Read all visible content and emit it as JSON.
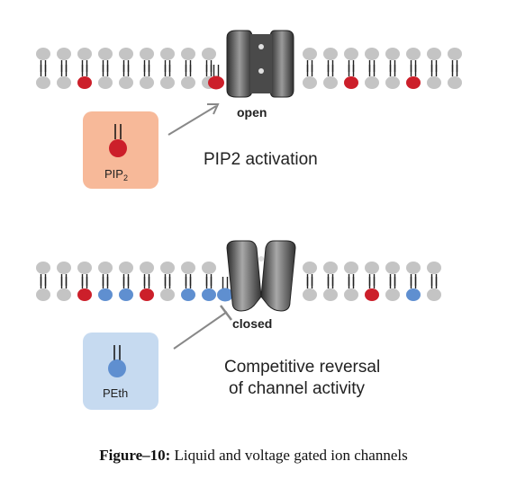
{
  "panel_top": {
    "channel_state": "open",
    "molecule": {
      "name_main": "PIP",
      "name_sub": "2"
    },
    "title": "PIP2 activation",
    "heads": [
      "g",
      "g",
      "r",
      "g",
      "g",
      "g",
      "g",
      "g",
      "g",
      "g",
      "g",
      "r",
      "G",
      "g",
      "g",
      "r",
      "g",
      "g",
      "r",
      "g",
      "g"
    ]
  },
  "panel_bottom": {
    "channel_state": "closed",
    "molecule": {
      "name": "PEth"
    },
    "title_line1": "Competitive reversal",
    "title_line2": "of channel activity",
    "heads": [
      "g",
      "g",
      "r",
      "b",
      "b",
      "r",
      "g",
      "b",
      "b",
      "g",
      "B",
      "g",
      "g",
      "r",
      "g",
      "b",
      "g",
      "r",
      "g"
    ]
  },
  "caption": {
    "label": "Figure–10:",
    "text": " Liquid and voltage gated ion channels"
  },
  "colors": {
    "lipid_gray": "#c4c4c4",
    "pip2_red": "#cc1f2a",
    "peth_blue": "#5f8fd0",
    "pip2_box": "#f7b999",
    "peth_box": "#c6daf0",
    "channel_dark": "#3a3a3a",
    "arrow_gray": "#888888"
  }
}
